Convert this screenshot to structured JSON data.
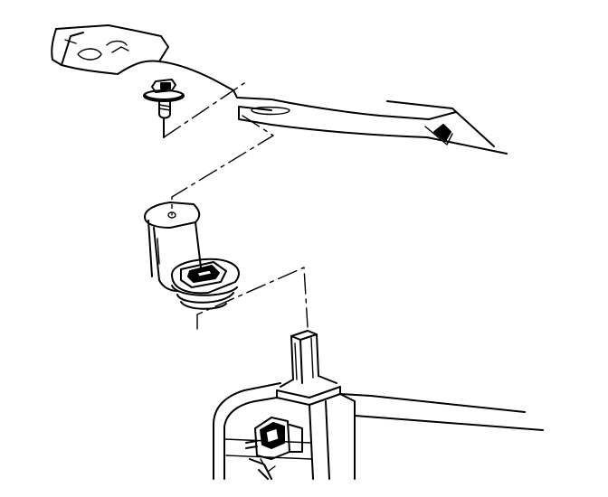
{
  "figure": {
    "title": "",
    "labels": []
  },
  "components": [
    {
      "id": "upper-body-panel",
      "icon": "sheet-metal-panel"
    },
    {
      "id": "mounting-bolt",
      "icon": "flange-bolt"
    },
    {
      "id": "mounting-bracket",
      "icon": "bracket-with-grommet"
    },
    {
      "id": "radiator-post",
      "icon": "radiator-mount-post"
    },
    {
      "id": "radiator-tank",
      "icon": "radiator-end-tank"
    }
  ],
  "colors": {
    "line": "#000000",
    "background": "#ffffff"
  }
}
